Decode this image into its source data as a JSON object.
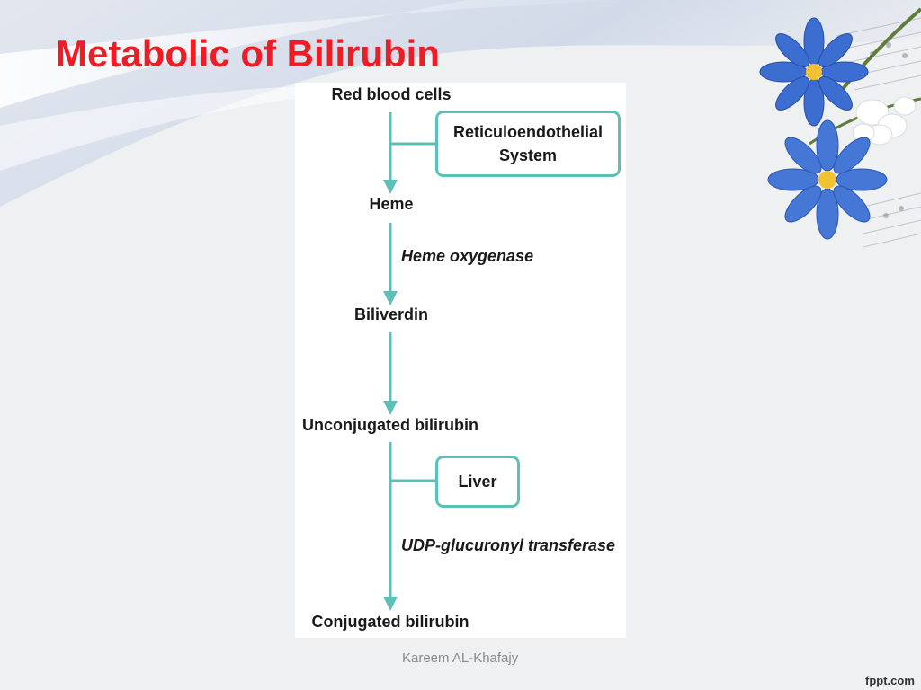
{
  "slide": {
    "title": "Metabolic of Bilirubin",
    "footer": "Kareem AL-Khafajy",
    "brand": "fppt.com"
  },
  "diagram": {
    "nodes": {
      "red_blood_cells": "Red blood cells",
      "heme": "Heme",
      "biliverdin": "Biliverdin",
      "unconjugated": "Unconjugated bilirubin",
      "conjugated": "Conjugated bilirubin"
    },
    "boxes": {
      "res_line1": "Reticuloendothelial",
      "res_line2": "System",
      "liver": "Liver"
    },
    "enzymes": {
      "heme_oxygenase": "Heme oxygenase",
      "udp": "UDP-glucuronyl transferase"
    }
  },
  "colors": {
    "title": "#ee1c25",
    "arrow": "#5cc0ba",
    "background": "#eef0f2"
  },
  "icons": {
    "decoration": "blue-flowers-sheet-music"
  }
}
